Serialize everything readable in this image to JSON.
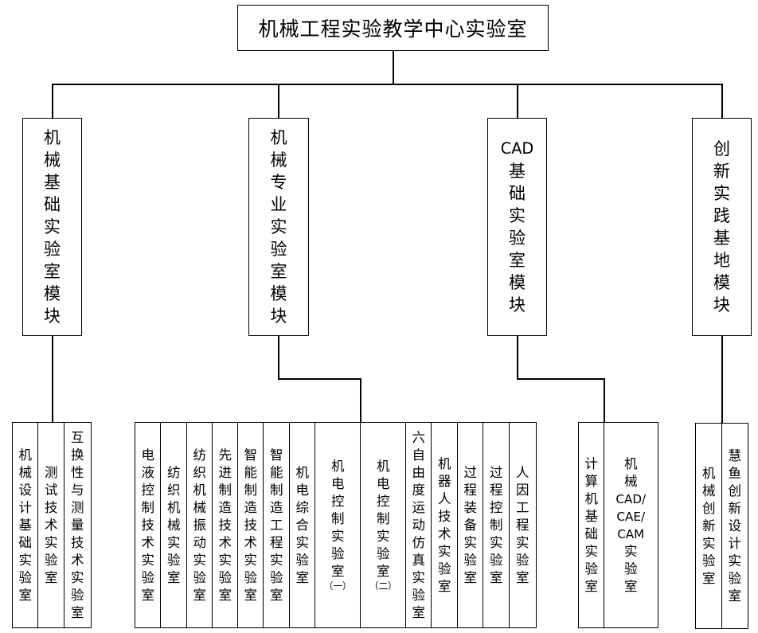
{
  "root": {
    "title": "机械工程实验教学中心实验室"
  },
  "modules": [
    {
      "label": "机械基础实验室模块",
      "labs": [
        "机械设计基础实验室",
        "测试技术实验室",
        "互换性与测量技术实验室"
      ]
    },
    {
      "label": "机械专业实验室模块",
      "labs": [
        "电液控制技术实验室",
        "纺织机械实验室",
        "纺织机械振动实验室",
        "先进制造技术实验室",
        "智能制造技术实验室",
        "智能制造工程实验室",
        "机电综合实验室",
        "机电控制实验室（一）",
        "机电控制实验室（二）",
        "六自由度运动仿真实验室",
        "机器人技术实验室",
        "过程装备实验室",
        "过程控制实验室",
        "人因工程实验室"
      ]
    },
    {
      "label": "CAD基础实验室模块",
      "labs": [
        "计算机基础实验室",
        "机械CAD/CAE/CAM实验室"
      ]
    },
    {
      "label": "创新实践基地模块",
      "labs": [
        "机械创新实验室",
        "慧鱼创新设计实验室"
      ]
    }
  ]
}
